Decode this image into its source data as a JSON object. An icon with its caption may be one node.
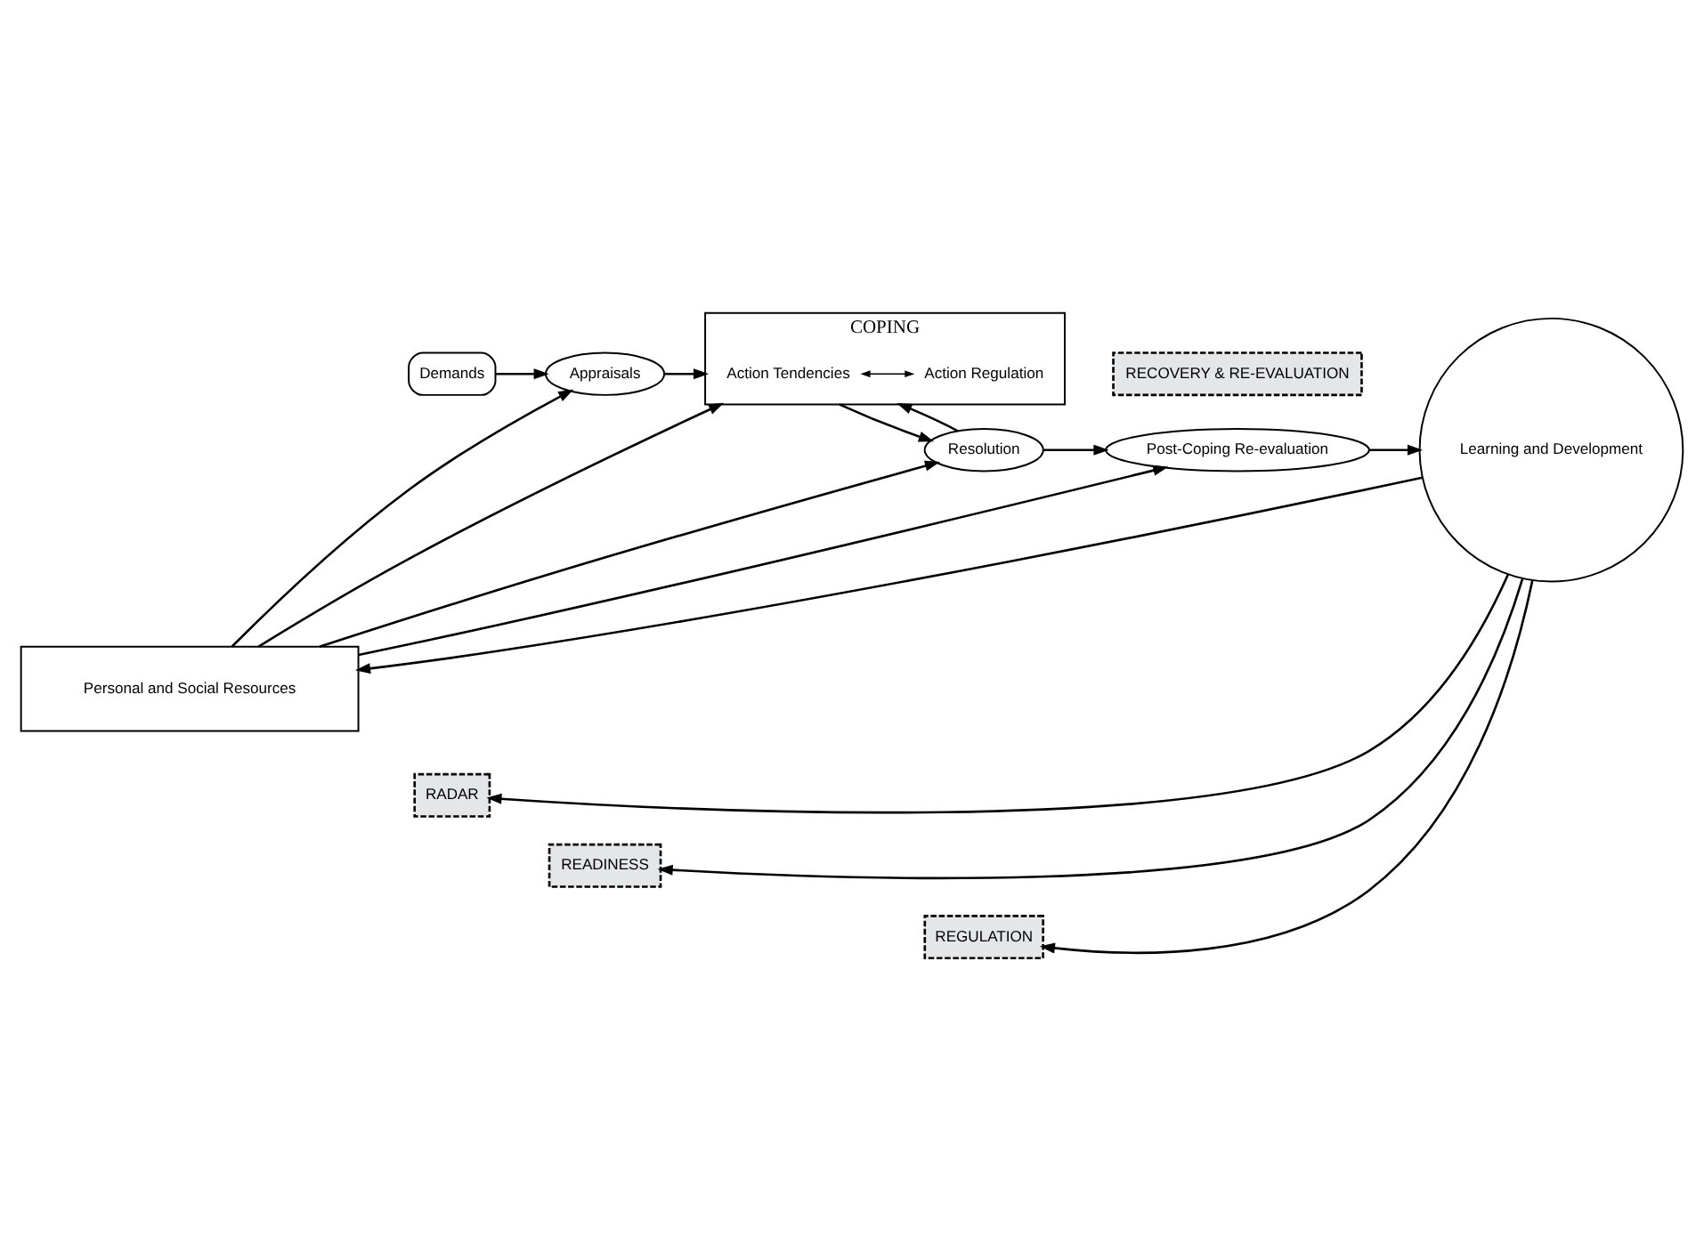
{
  "diagram": {
    "nodes": [
      {
        "text": [
          "Personal and Social Resources"
        ]
      },
      {
        "text": [
          "RADAR"
        ]
      },
      {
        "text": [
          "READINESS"
        ]
      },
      {
        "text": [
          "REGULATION"
        ]
      },
      {
        "text": [
          "RECOVERY & RE-EVALUATION"
        ]
      },
      {
        "text": [
          "Demands"
        ]
      },
      {
        "text": [
          "Appraisals"
        ]
      },
      {
        "text": [
          "COPING"
        ]
      },
      {
        "text": [
          "Action Tendencies"
        ],
        "in": 7
      },
      {
        "text": [
          "Action Regulation"
        ],
        "in": 7
      },
      {
        "text": [
          "Resolution"
        ]
      },
      {
        "text": [
          "Post-Coping Re-evaluation"
        ]
      },
      {
        "text": [
          "Learning and Development"
        ]
      }
    ],
    "edges": [
      {
        "from": 0,
        "to": 6,
        "arrow": "to"
      },
      {
        "from": 0,
        "to": 7,
        "arrow": "to"
      },
      {
        "from": 0,
        "to": 10,
        "arrow": "to"
      },
      {
        "from": 0,
        "to": 11,
        "arrow": "to"
      },
      {
        "from": 5,
        "to": 6,
        "arrow": "to"
      },
      {
        "from": 6,
        "to": 7,
        "arrow": "to"
      },
      {
        "from": 8,
        "to": 9,
        "arrow": "both"
      },
      {
        "from": 7,
        "to": 10,
        "arrow": "to"
      },
      {
        "from": 10,
        "to": 7,
        "arrow": "to"
      },
      {
        "from": 10,
        "to": 11,
        "arrow": "to"
      },
      {
        "from": 11,
        "to": 12,
        "arrow": "to"
      },
      {
        "from": 12,
        "to": 1,
        "arrow": "to"
      },
      {
        "from": 12,
        "to": 2,
        "arrow": "to"
      },
      {
        "from": 12,
        "to": 3,
        "arrow": "to"
      },
      {
        "from": 12,
        "to": 0,
        "arrow": "to"
      }
    ]
  }
}
